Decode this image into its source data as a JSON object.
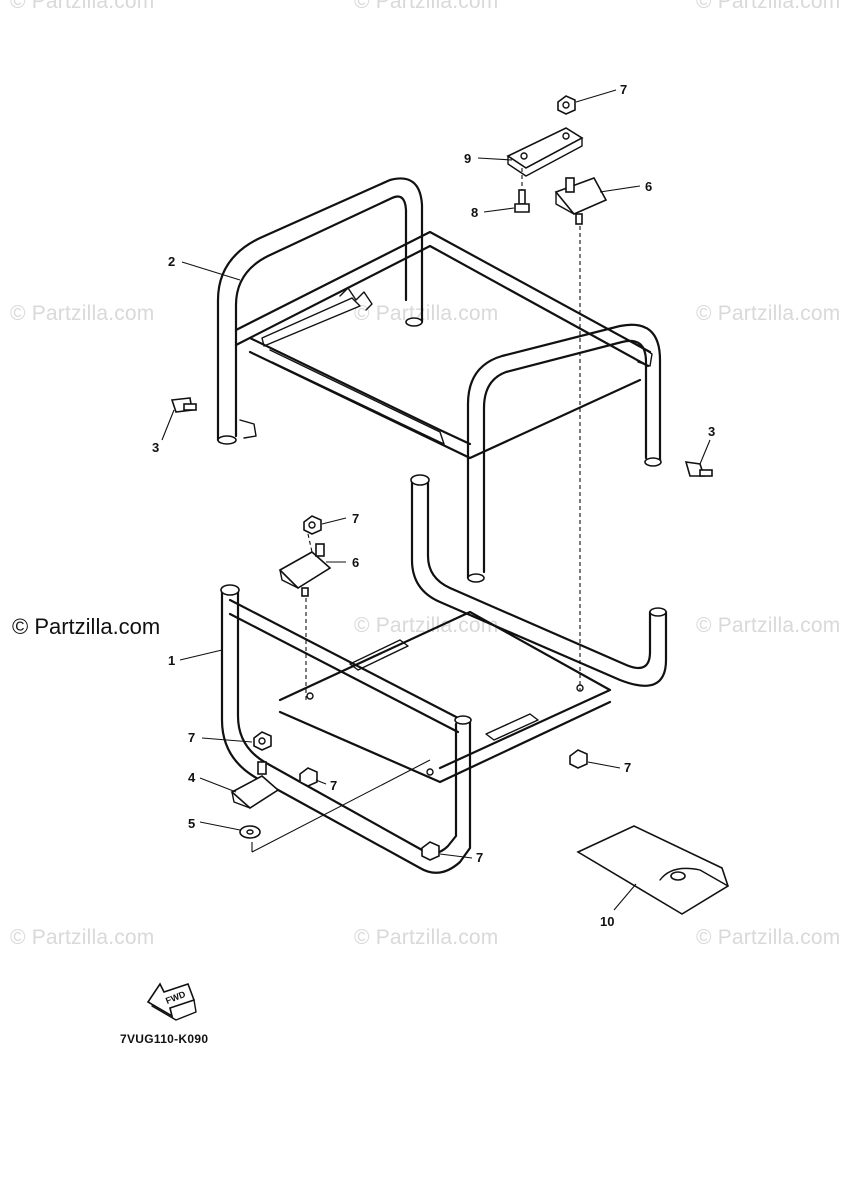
{
  "watermarks": [
    "© Partzilla.com",
    "© Partzilla.com",
    "© Partzilla.com",
    "© Partzilla.com",
    "© Partzilla.com",
    "© Partzilla.com",
    "© Partzilla.com",
    "© Partzilla.com",
    "© Partzilla.com",
    "© Partzilla.com",
    "© Partzilla.com"
  ],
  "copyright": "© Partzilla.com",
  "diagram_code": "7VUG110-K090",
  "fwd_label": "FWD",
  "callouts": [
    "7",
    "9",
    "6",
    "8",
    "2",
    "3",
    "3",
    "7",
    "6",
    "1",
    "7",
    "7",
    "4",
    "7",
    "5",
    "7",
    "10"
  ]
}
